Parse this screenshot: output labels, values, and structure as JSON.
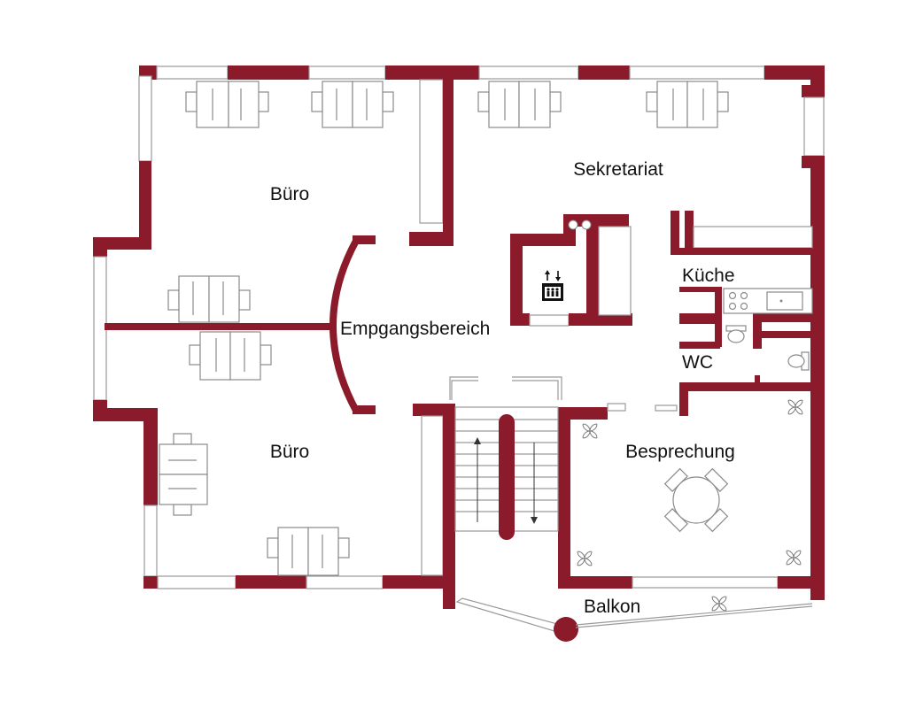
{
  "rooms": {
    "buero_top": "Büro",
    "sekretariat": "Sekretariat",
    "kueche": "Küche",
    "empfang": "Empgangsbereich",
    "wc": "WC",
    "buero_bottom": "Büro",
    "besprechung": "Besprechung",
    "balkon": "Balkon"
  },
  "icons": [
    "elevator-icon",
    "fan-icon",
    "stair-arrow-up-icon",
    "stair-arrow-down-icon"
  ],
  "colors": {
    "wall": "#8b1a2b"
  }
}
